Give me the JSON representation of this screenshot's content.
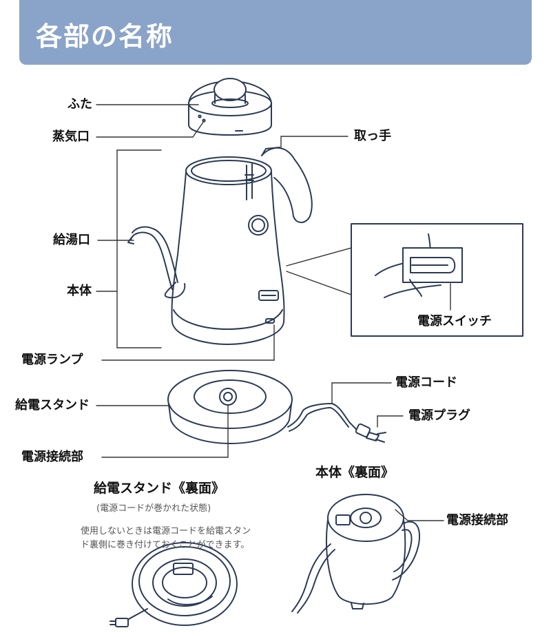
{
  "header": {
    "title": "各部の名称"
  },
  "labels": {
    "lid": "ふた",
    "steam_vent": "蒸気口",
    "handle": "取っ手",
    "spout": "給湯口",
    "body": "本体",
    "power_switch": "電源スイッチ",
    "power_lamp": "電源ランプ",
    "power_cord": "電源コード",
    "power_base": "給電スタンド",
    "power_plug": "電源プラグ",
    "power_connector": "電源接続部",
    "body_back_title": "本体《裏面》",
    "body_back_connector": "電源接続部",
    "base_back_title": "給電スタンド《裏面》",
    "base_back_subtitle": "(電源コードが巻かれた状態)",
    "base_back_note": "使用しないときは電源コードを給電スタンド裏側に巻き付けておくことができます。"
  },
  "colors": {
    "header_bg": "#8aa3c8",
    "header_text": "#ffffff",
    "line_art": "#2b3a55",
    "leader_line": "#333333"
  }
}
